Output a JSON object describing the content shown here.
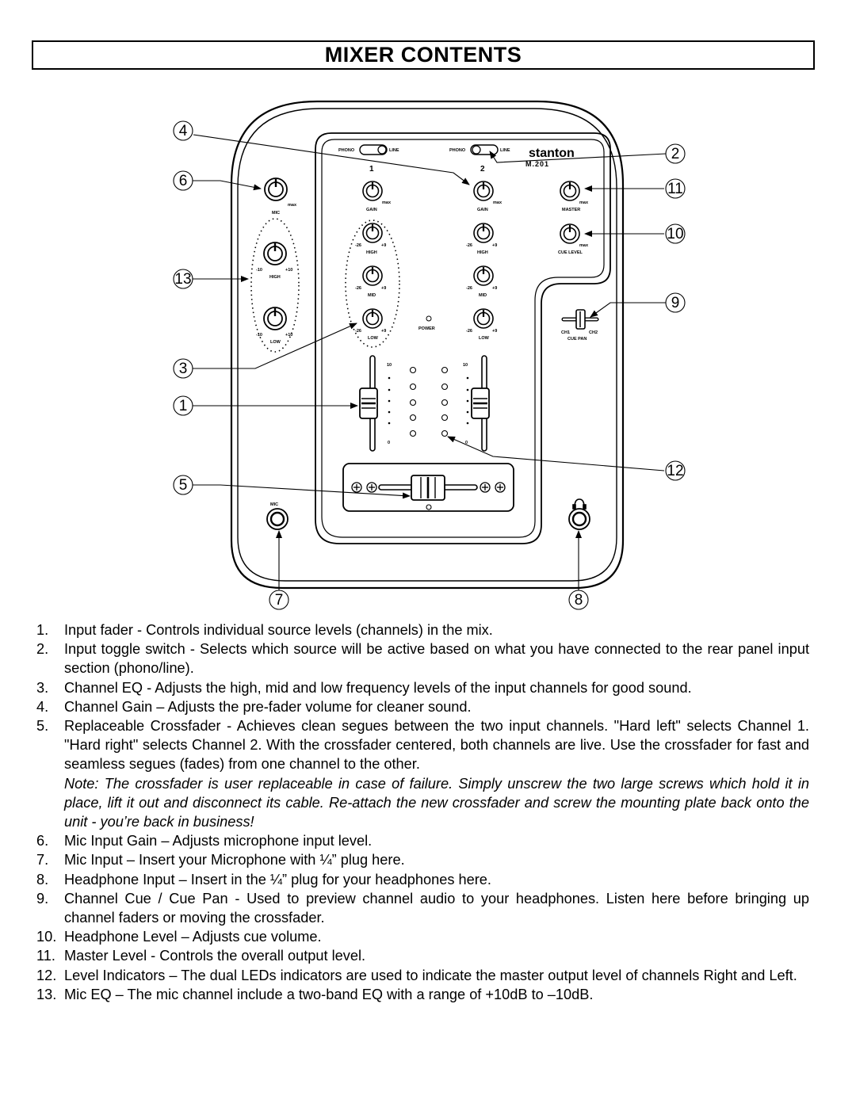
{
  "title": "MIXER CONTENTS",
  "diagram": {
    "callouts": [
      "1",
      "2",
      "3",
      "4",
      "5",
      "6",
      "7",
      "8",
      "9",
      "10",
      "11",
      "12",
      "13"
    ],
    "labels": {
      "phono": "PHONO",
      "line": "LINE",
      "ch1_num": "1",
      "ch2_num": "2",
      "brand": "stanton",
      "model": "M.201",
      "max": "max",
      "gain": "GAIN",
      "mic": "MIC",
      "master": "MASTER",
      "cue_level": "CUE LEVEL",
      "high": "HIGH",
      "mid": "MID",
      "low": "LOW",
      "power": "POWER",
      "eq_min": "-26",
      "eq_max": "+9",
      "mic_eq_min": "-10",
      "mic_eq_max": "+10",
      "ch1": "CH1",
      "ch2": "CH2",
      "cue_pan": "CUE PAN",
      "fader_top": "10",
      "fader_bottom": "0",
      "mic_jack": "MIC"
    }
  },
  "items": [
    {
      "num": "1.",
      "text": "Input fader - Controls individual source levels (channels) in the mix."
    },
    {
      "num": "2.",
      "text": "Input toggle switch - Selects which source will be active based on what you have connected to the rear panel input section (phono/line)."
    },
    {
      "num": "3.",
      "text": "Channel EQ - Adjusts the high, mid and low frequency levels of the input channels for good sound."
    },
    {
      "num": "4.",
      "text": "Channel Gain – Adjusts the pre-fader volume for cleaner sound."
    },
    {
      "num": "5.",
      "text": "Replaceable Crossfader - Achieves clean segues between the two input channels. \"Hard left\" selects Channel 1. \"Hard right\" selects Channel 2. With the crossfader centered, both channels are live. Use the crossfader for fast and seamless segues (fades) from one channel to the other.",
      "note": "Note: The crossfader is user replaceable in case of failure. Simply unscrew the two large screws which hold it in place, lift it out and disconnect its cable. Re-attach the new crossfader and screw the mounting plate back onto the unit -  you’re back in business!"
    },
    {
      "num": "6.",
      "text": "Mic Input Gain – Adjusts microphone input level."
    },
    {
      "num": "7.",
      "text": "Mic Input – Insert your Microphone with ¼” plug here."
    },
    {
      "num": "8.",
      "text": "Headphone Input – Insert in the ¼” plug for your headphones here."
    },
    {
      "num": "9.",
      "text": "Channel Cue / Cue Pan  - Used to preview channel audio to your headphones.  Listen here before bringing up channel faders or moving the crossfader."
    },
    {
      "num": "10.",
      "text": "Headphone Level – Adjusts cue volume."
    },
    {
      "num": "11.",
      "text": "Master Level - Controls the overall output level."
    },
    {
      "num": "12.",
      "text": "Level Indicators – The dual LEDs indicators are used to indicate the master output level of channels Right and Left."
    },
    {
      "num": "13.",
      "text": "Mic EQ – The mic channel include a two-band EQ with a range of +10dB to –10dB."
    }
  ]
}
